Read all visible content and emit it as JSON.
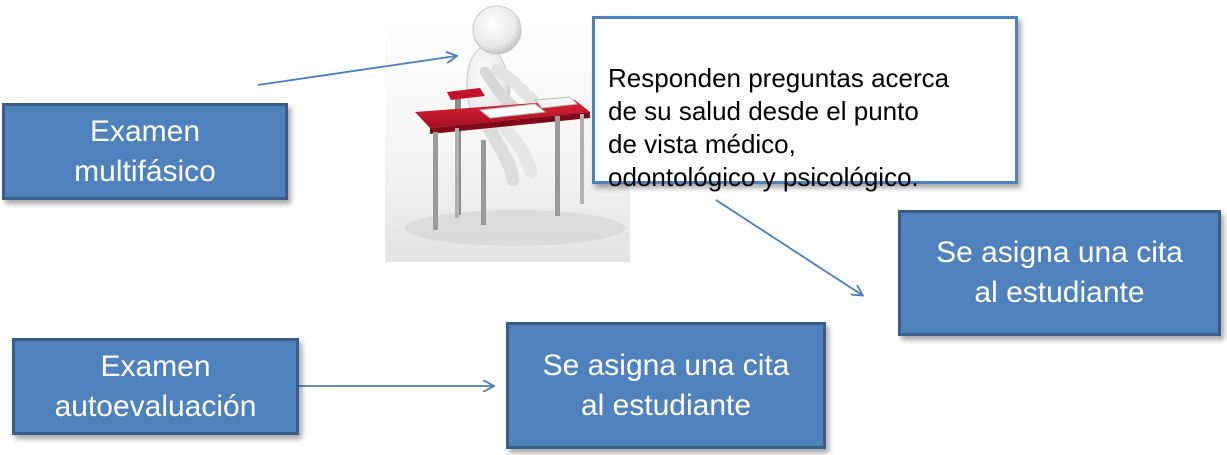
{
  "nodes": {
    "multifasico": {
      "label": "Examen\nmultifásico"
    },
    "autoevaluacion": {
      "label": "Examen\nautoevaluación"
    },
    "cita_autoevaluacion": {
      "label": "Se asigna una cita\nal estudiante"
    },
    "cita_multifasico": {
      "label": "Se asigna una cita\nal estudiante"
    }
  },
  "callout": {
    "text": "Responden  preguntas acerca\nde su salud desde el punto\nde vista médico,\nodontológico y psicológico."
  },
  "illustration": {
    "subject": "3d-person-writing-at-desk-icon"
  },
  "colors": {
    "box_fill": "#4f81bd",
    "box_border": "#385d8a",
    "arrow": "#4a7ebb",
    "desk": "#c8102e"
  }
}
